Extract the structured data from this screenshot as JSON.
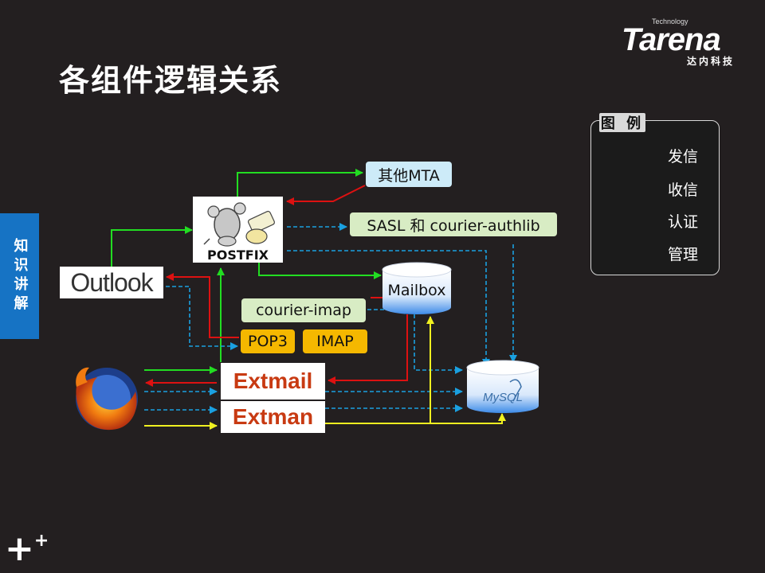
{
  "slide": {
    "title": "各组件逻辑关系",
    "side_tab": "知识讲解",
    "logo": {
      "main": "Tarena",
      "tech": "Technology",
      "sub": "达内科技"
    }
  },
  "legend": {
    "title": "图 例",
    "items": [
      {
        "label": "发信",
        "color": "#22dd22",
        "style": "solid"
      },
      {
        "label": "收信",
        "color": "#dd1111",
        "style": "solid"
      },
      {
        "label": "认证",
        "color": "#1aa0e0",
        "style": "dashed"
      },
      {
        "label": "管理",
        "color": "#f0f020",
        "style": "solid"
      }
    ]
  },
  "nodes": {
    "other_mta": "其他MTA",
    "sasl": "SASL 和 courier-authlib",
    "courier_imap": "courier-imap",
    "pop3": "POP3",
    "imap": "IMAP",
    "mailbox": "Mailbox",
    "postfix": "POSTFIX",
    "outlook": "Outlook",
    "extmail": "Extmail",
    "extman": "Extman",
    "mysql": "MySQL"
  },
  "colors": {
    "send": "#22dd22",
    "receive": "#dd1111",
    "auth": "#1aa0e0",
    "manage": "#f0f020",
    "side_tab": "#1673c4"
  }
}
